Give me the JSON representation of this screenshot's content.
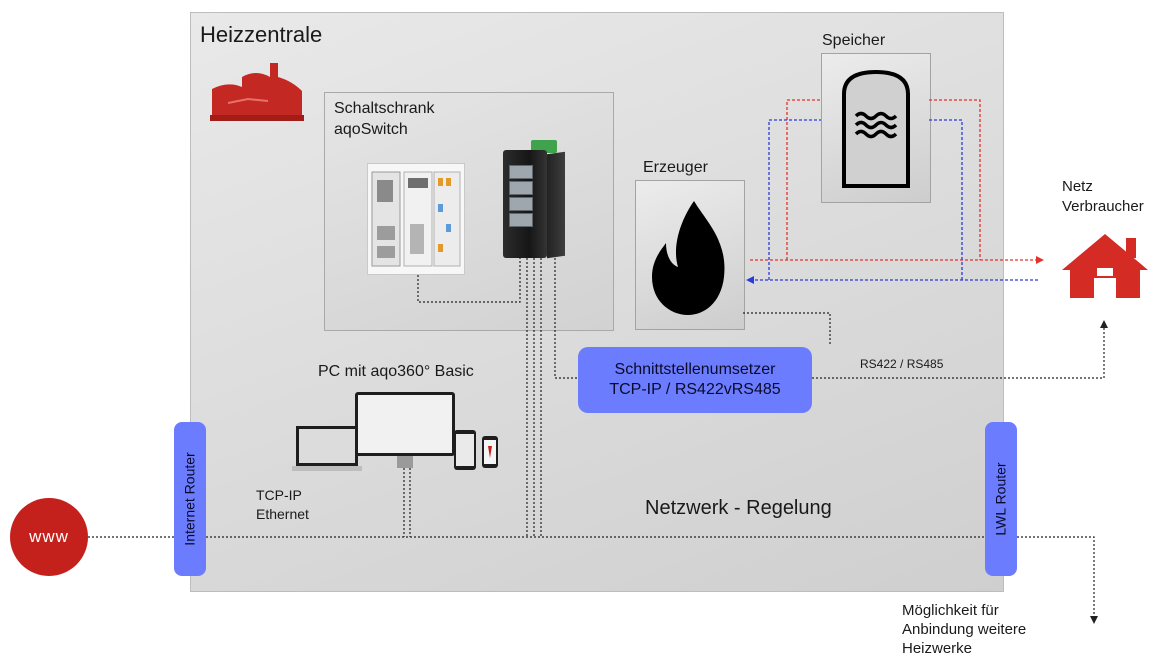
{
  "central": {
    "title": "Heizzentrale",
    "cabinet_title_line1": "Schaltschrank",
    "cabinet_title_line2": "aqoSwitch",
    "generator_label": "Erzeuger",
    "storage_label": "Speicher",
    "pc_label": "PC mit aqo360° Basic",
    "network_label": "Netzwerk - Regelung"
  },
  "converter": {
    "line1": "Schnittstellenumsetzer",
    "line2": "TCP-IP / RS422vRS485"
  },
  "routers": {
    "internet": "Internet Router",
    "lwl": "LWL Router"
  },
  "www_label": "www",
  "tcp_line1": "TCP-IP",
  "tcp_line2": "Ethernet",
  "rs_label": "RS422 / RS485",
  "consumer_line1": "Netz",
  "consumer_line2": "Verbraucher",
  "expansion_line1": "Möglichkeit für",
  "expansion_line2": "Anbindung weitere",
  "expansion_line3": "Heizwerke",
  "colors": {
    "accent_red": "#d42b25",
    "router_blue": "#6b7cff",
    "flow_red": "#e8302a",
    "flow_blue": "#2b3bdc"
  },
  "icons": [
    "factory-icon",
    "plc-module-icon",
    "network-switch-icon",
    "flame-icon",
    "storage-tank-icon",
    "house-icon",
    "pc-devices-icon"
  ]
}
